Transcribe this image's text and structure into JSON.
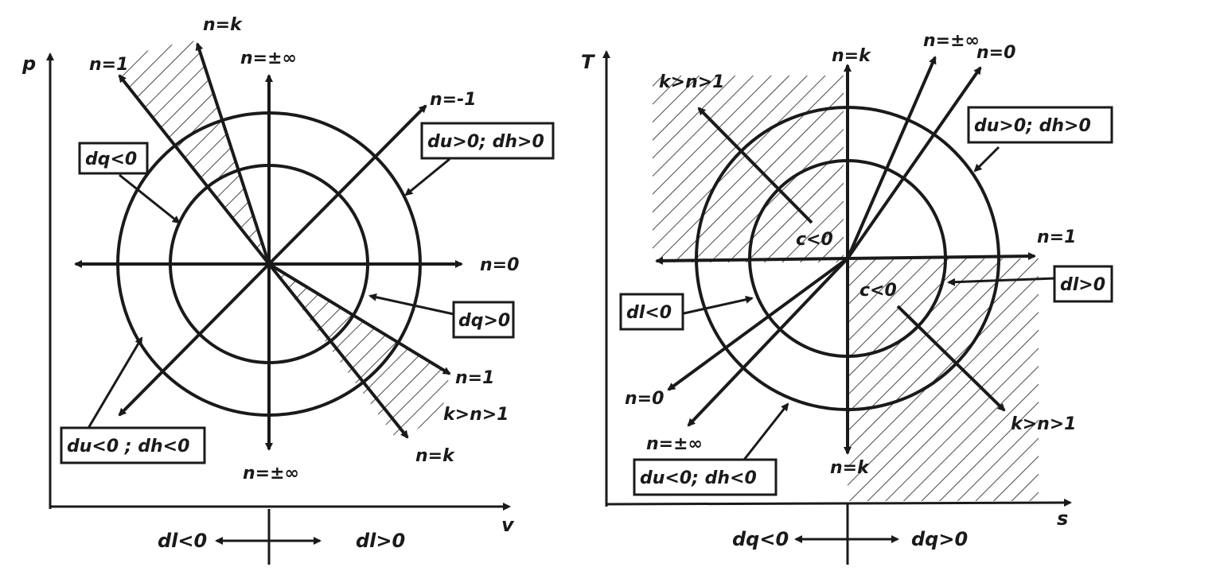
{
  "colors": {
    "ink": "#1a1a1a",
    "paper": "#ffffff"
  },
  "pv": {
    "y_axis": "p",
    "x_axis": "v",
    "rays": {
      "up": "n=±∞",
      "down": "n=±∞",
      "right": "n=0",
      "upper_right": "n=-1",
      "steep": "n=k",
      "shallow": "n=1",
      "lower_shallow": "n=1",
      "lower_steep": "n=k"
    },
    "region": "k>n>1",
    "boxes": {
      "dq_neg": "dq<0",
      "dq_pos": "dq>0",
      "du_pos": "du>0; dh>0",
      "du_neg": "du<0 ; dh<0"
    },
    "bottom": {
      "left": "dl<0",
      "right": "dl>0"
    }
  },
  "ts": {
    "y_axis": "T",
    "x_axis": "s",
    "rays": {
      "up": "n=k",
      "down": "n=k",
      "right": "n=1",
      "upper_a": "n=±∞",
      "upper_b": "n=0",
      "lower_a": "n=0",
      "lower_b": "n=±∞"
    },
    "regions": {
      "upper_left": "k>n>1",
      "lower_right": "k>n>1"
    },
    "c_labels": {
      "upper": "c<0",
      "lower": "c<0"
    },
    "boxes": {
      "du_pos": "du>0; dh>0",
      "dl_pos": "dl>0",
      "dl_neg": "dl<0",
      "du_neg": "du<0; dh<0"
    },
    "bottom": {
      "left": "dq<0",
      "right": "dq>0"
    }
  }
}
